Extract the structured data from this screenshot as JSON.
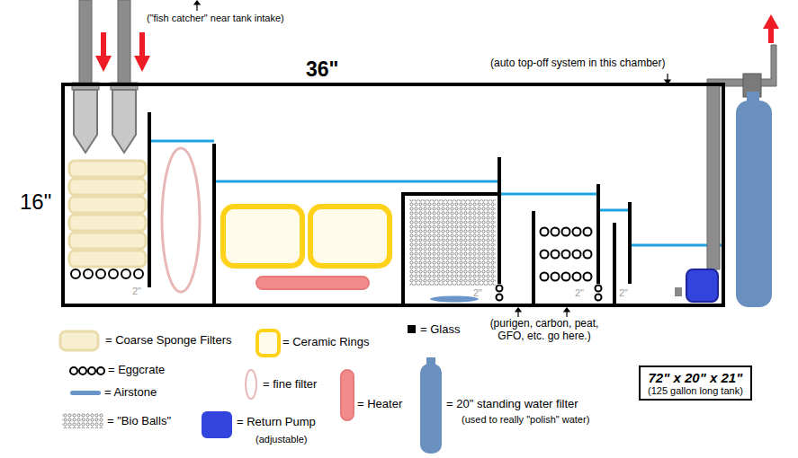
{
  "diagram": {
    "nodes": [
      {
        "text": [
          "72\" x 20\" x 21\"",
          "(125 gallon long tank)"
        ]
      }
    ],
    "labels": [
      "(\"fish catcher\" near tank intake)",
      "36\"",
      "(auto top-off system in this chamber)",
      "16\"",
      "2\"",
      "2\"",
      "2\"",
      "2\"",
      "(purigen, carbon, peat, GFO, etc. go here.)",
      "(adjustable)",
      "(used to really \"polish\" water)"
    ],
    "legend": [
      {
        "text": "= Coarse Sponge Filters"
      },
      {
        "text": "= Ceramic Rings"
      },
      {
        "text": "= Glass",
        "color": "#000000"
      },
      {
        "text": "= Eggcrate"
      },
      {
        "text": "= fine filter"
      },
      {
        "text": "= Airstone"
      },
      {
        "text": "= Heater"
      },
      {
        "text": "= \"Bio Balls\""
      },
      {
        "text": "= Return Pump",
        "color": "#3344dd"
      },
      {
        "text": "= 20\" standing water filter"
      }
    ]
  }
}
